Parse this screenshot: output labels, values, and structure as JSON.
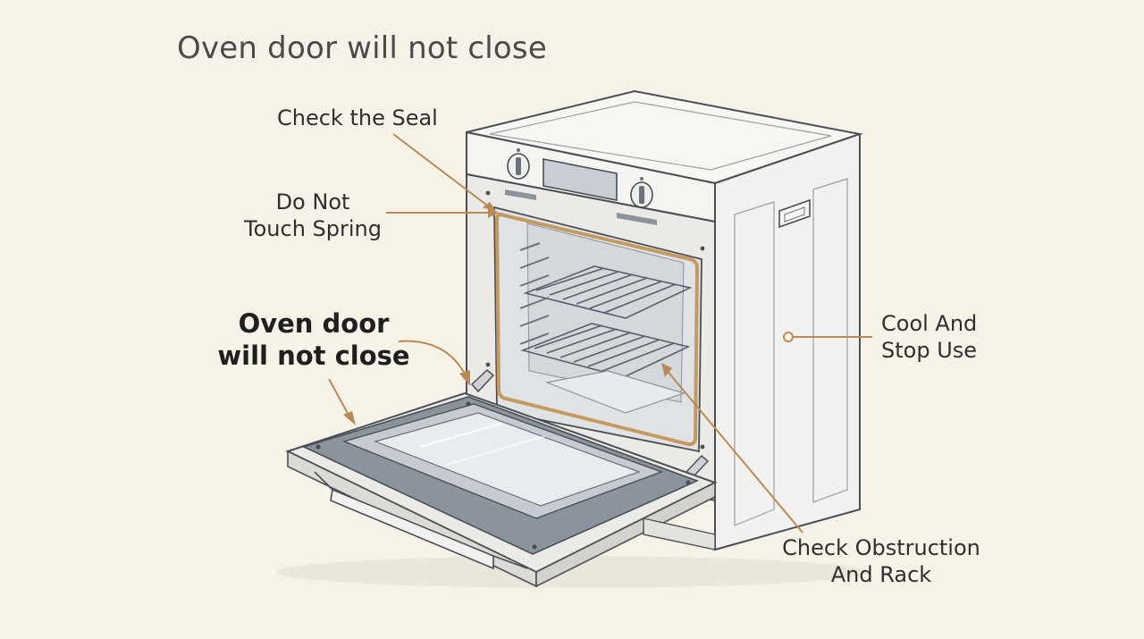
{
  "title": "Oven door will not close",
  "labels": {
    "check_seal": "Check the Seal",
    "do_not_touch_spring": [
      "Do Not",
      "Touch Spring"
    ],
    "oven_door": [
      "Oven door",
      "will not close"
    ],
    "cool_and_stop": [
      "Cool And",
      "Stop Use"
    ],
    "check_obstruction": [
      "Check Obstruction",
      "And Rack"
    ]
  },
  "colors": {
    "background": "#f6f2e8",
    "outline": "#4a4f55",
    "seal": "#c59a5f",
    "arrow": "#b98a55",
    "glass": "#dfe4e8",
    "door_frame": "#8b939c"
  }
}
